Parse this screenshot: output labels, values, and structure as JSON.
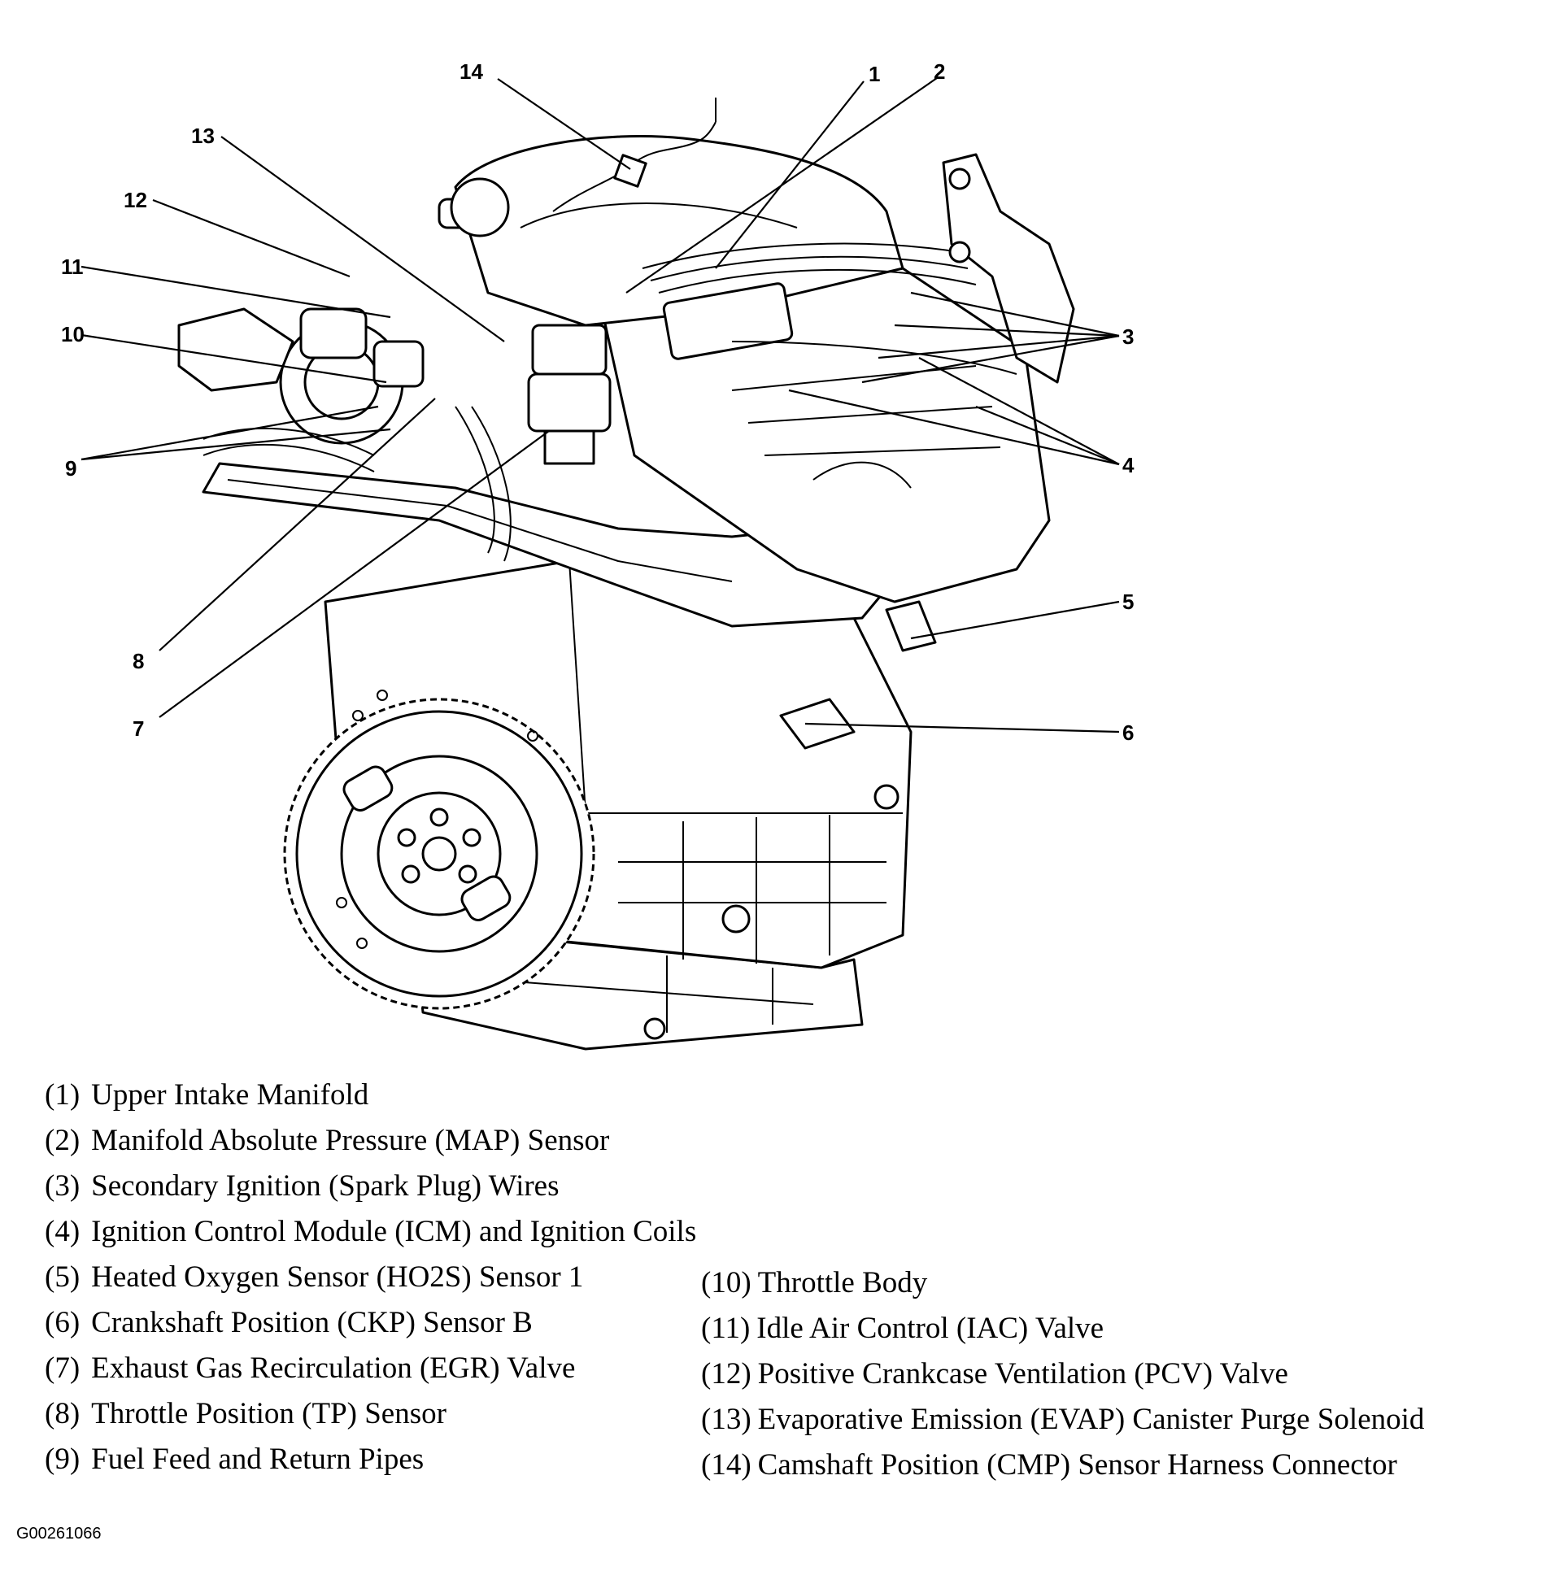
{
  "figure_id": "G00261066",
  "callouts": [
    "1",
    "2",
    "3",
    "4",
    "5",
    "6",
    "7",
    "8",
    "9",
    "10",
    "11",
    "12",
    "13",
    "14"
  ],
  "legend_left": [
    {
      "num": "(1)",
      "label": "Upper Intake Manifold"
    },
    {
      "num": "(2)",
      "label": "Manifold Absolute Pressure (MAP) Sensor"
    },
    {
      "num": "(3)",
      "label": "Secondary Ignition (Spark Plug) Wires"
    },
    {
      "num": "(4)",
      "label": "Ignition Control Module (ICM) and Ignition Coils"
    },
    {
      "num": "(5)",
      "label": "Heated Oxygen Sensor (HO2S) Sensor 1"
    },
    {
      "num": "(6)",
      "label": "Crankshaft Position (CKP) Sensor B"
    },
    {
      "num": "(7)",
      "label": "Exhaust Gas Recirculation (EGR) Valve"
    },
    {
      "num": "(8)",
      "label": "Throttle Position (TP) Sensor"
    },
    {
      "num": "(9)",
      "label": "Fuel Feed and Return Pipes"
    }
  ],
  "legend_right": [
    {
      "num": "(10)",
      "label": "Throttle Body"
    },
    {
      "num": "(11)",
      "label": "Idle Air Control (IAC) Valve"
    },
    {
      "num": "(12)",
      "label": "Positive Crankcase Ventilation (PCV) Valve"
    },
    {
      "num": "(13)",
      "label": "Evaporative Emission (EVAP) Canister Purge Solenoid"
    },
    {
      "num": "(14)",
      "label": "Camshaft Position (CMP) Sensor Harness Connector"
    }
  ]
}
